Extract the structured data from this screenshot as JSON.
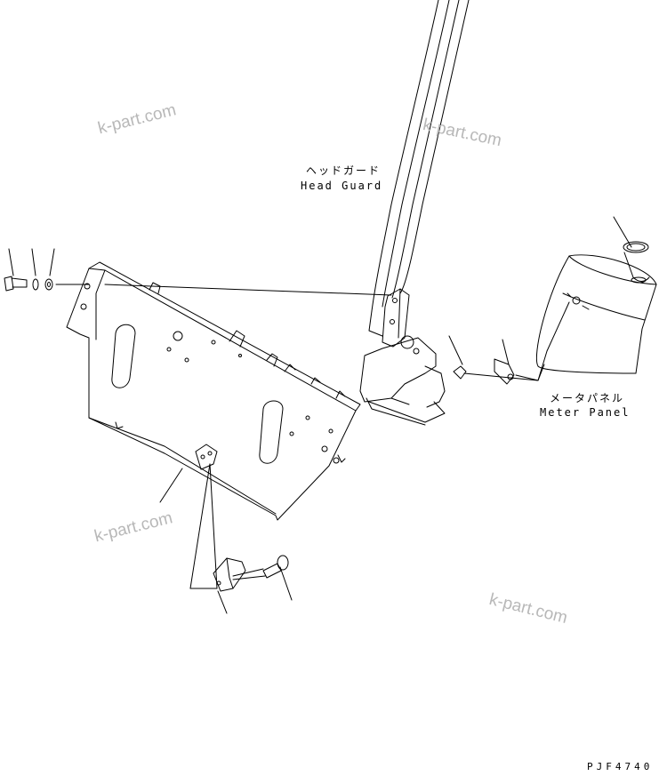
{
  "labels": {
    "head_guard_jp": "ヘッドガード",
    "head_guard_en": "Head Guard",
    "meter_panel_jp": "メータパネル",
    "meter_panel_en": "Meter Panel"
  },
  "watermark": "k-part.com",
  "drawing_ref": "PJF4740",
  "colors": {
    "line": "#000000",
    "watermark": "#b8b8b8",
    "background": "#ffffff"
  }
}
